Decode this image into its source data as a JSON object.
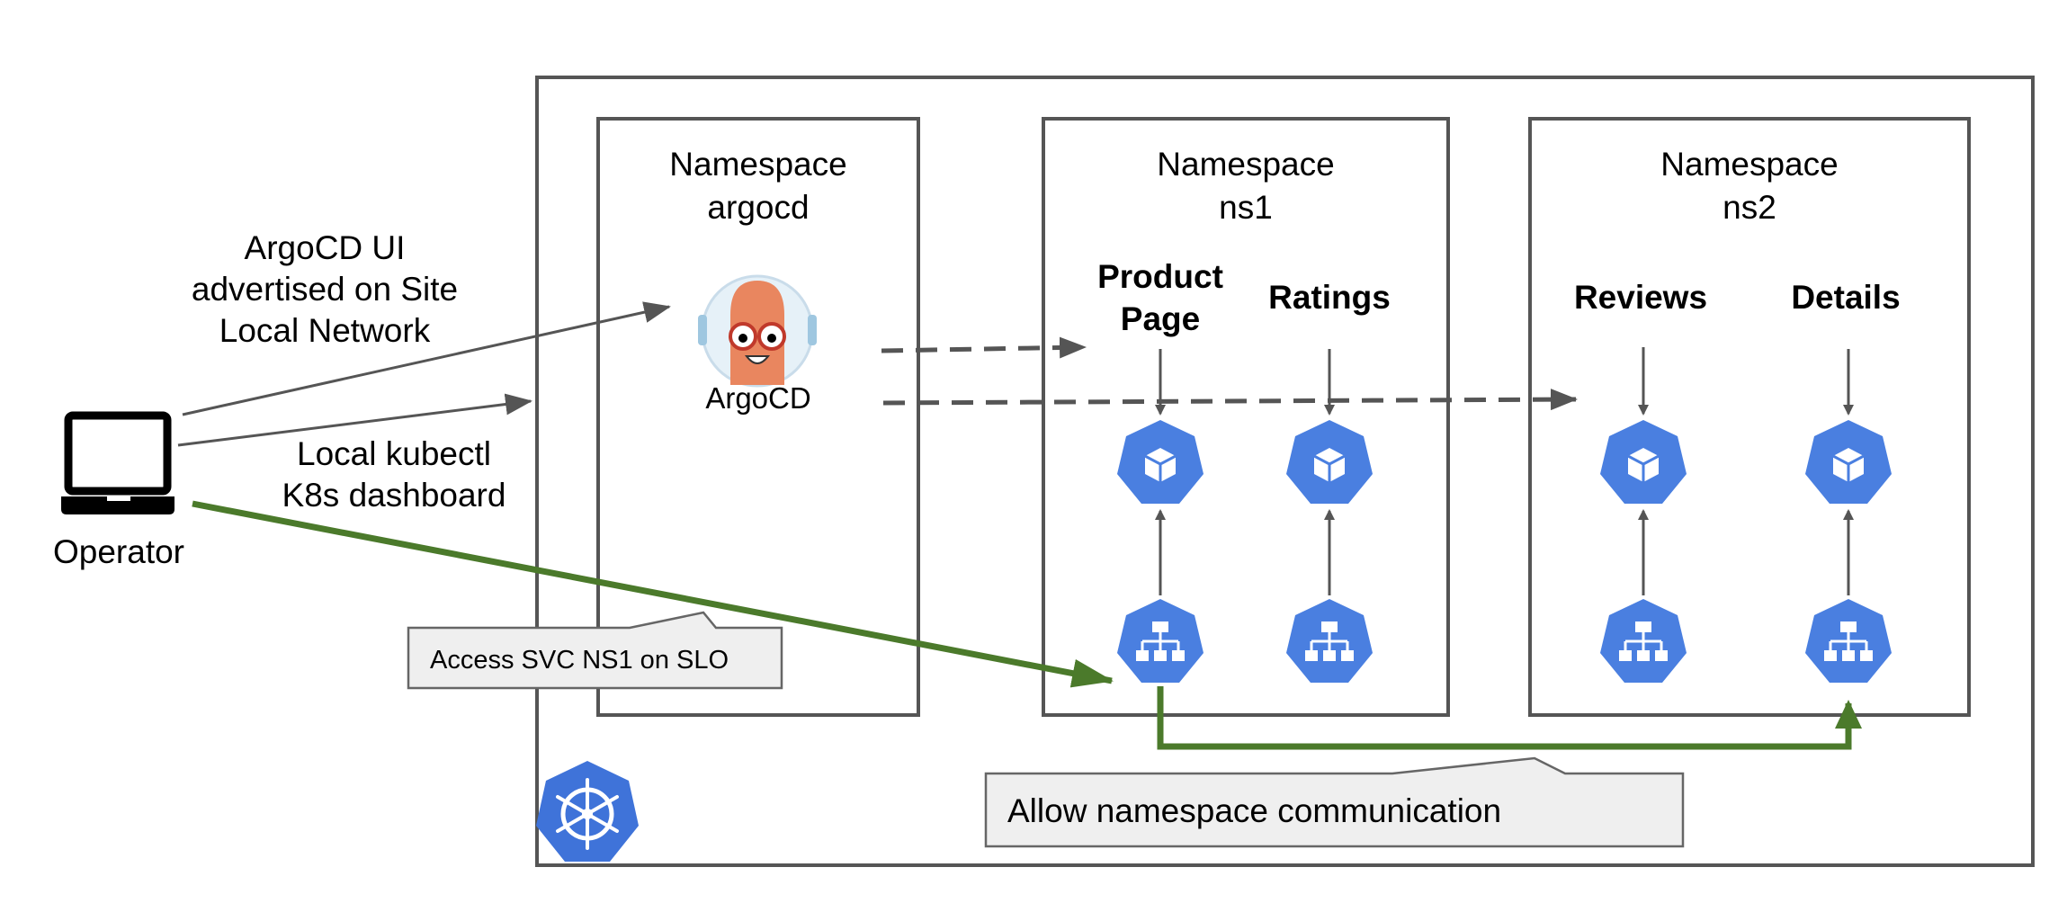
{
  "operator": {
    "label": "Operator"
  },
  "links": {
    "argocd_ui": [
      "ArgoCD UI",
      "advertised on Site",
      "Local Network"
    ],
    "kubectl": [
      "Local kubectl",
      "K8s dashboard"
    ]
  },
  "namespaces": [
    {
      "title": "Namespace",
      "name": "argocd"
    },
    {
      "title": "Namespace",
      "name": "ns1"
    },
    {
      "title": "Namespace",
      "name": "ns2"
    }
  ],
  "argocd": {
    "label": "ArgoCD"
  },
  "services": {
    "product_page": [
      "Product",
      "Page"
    ],
    "ratings": "Ratings",
    "reviews": "Reviews",
    "details": "Details"
  },
  "callouts": {
    "access_svc": "Access SVC NS1 on SLO",
    "allow_ns": "Allow namespace communication"
  },
  "icons": {
    "pod": "cube-icon",
    "service": "network-tree-icon",
    "cluster": "kubernetes-helm-icon",
    "operator": "laptop-icon",
    "argocd": "argocd-mascot-icon"
  },
  "colors": {
    "k8s_blue": "#4a7fe0",
    "green_arrow": "#4b7a2b",
    "box_border": "#555555",
    "callout_fill": "#efefef"
  }
}
